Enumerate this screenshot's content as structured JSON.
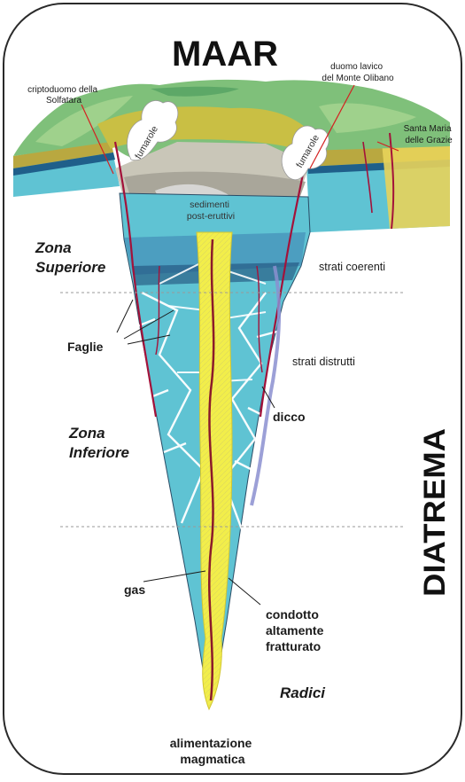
{
  "title": "MAAR",
  "side_title": "DIATREMA",
  "zones": {
    "upper": [
      "Zona",
      "Superiore"
    ],
    "lower": [
      "Zona",
      "Inferiore"
    ],
    "roots": "Radici"
  },
  "labels": {
    "cryptodome": [
      "criptoduomo della",
      "Solfatara"
    ],
    "lava_dome": [
      "duomo lavico",
      "del Monte Olibano"
    ],
    "santa_maria": [
      "Santa Maria",
      "delle Grazie"
    ],
    "fumarole_left": "fumarole",
    "fumarole_right": "fumarole",
    "sediments": [
      "sedimenti",
      "post-eruttivi"
    ],
    "coherent_strata": "strati coerenti",
    "faults": "Faglie",
    "destroyed_strata": "strati distrutti",
    "dike": "dicco",
    "gas": "gas",
    "conduit": [
      "condotto",
      "altamente",
      "fratturato"
    ],
    "feeding": [
      "alimentazione",
      "magmatica"
    ]
  },
  "colors": {
    "breccia": "#5fc3d3",
    "conduit": "#f2ee4a",
    "fault": "#a3123a",
    "crater": "#c9c6b8",
    "frame": "#2a2a2a"
  }
}
